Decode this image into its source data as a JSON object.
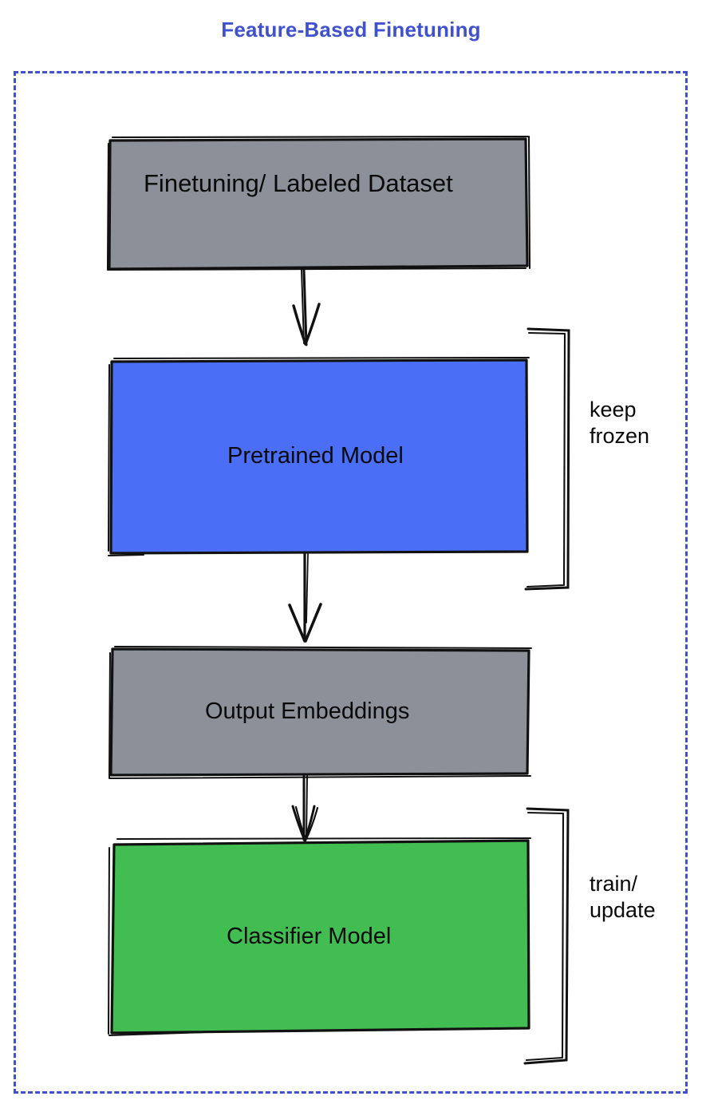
{
  "diagram": {
    "title": "Feature-Based Finetuning",
    "title_color": "#3f51cf",
    "frame_color": "#3f51cf",
    "background": "#ffffff",
    "type": "flowchart",
    "nodes": [
      {
        "id": "dataset",
        "label": "Finetuning/ Labeled Dataset",
        "fill": "#8b9099",
        "stroke": "#111111",
        "shape": "rectangle"
      },
      {
        "id": "pretrained",
        "label": "Pretrained Model",
        "fill": "#4a6ef5",
        "stroke": "#111111",
        "shape": "rectangle"
      },
      {
        "id": "embeddings",
        "label": "Output Embeddings",
        "fill": "#8b9099",
        "stroke": "#111111",
        "shape": "rectangle"
      },
      {
        "id": "classifier",
        "label": "Classifier Model",
        "fill": "#42bd52",
        "stroke": "#111111",
        "shape": "rectangle"
      }
    ],
    "edges": [
      {
        "from": "dataset",
        "to": "pretrained",
        "style": "arrow"
      },
      {
        "from": "pretrained",
        "to": "embeddings",
        "style": "arrow"
      },
      {
        "from": "embeddings",
        "to": "classifier",
        "style": "arrow"
      }
    ],
    "annotations": [
      {
        "id": "keep-frozen",
        "text": "keep\nfrozen",
        "line1": "keep",
        "line2": "frozen",
        "targets": "pretrained",
        "marker": "right-square-bracket"
      },
      {
        "id": "train-update",
        "text": "train/\nupdate",
        "line1": "train/",
        "line2": "update",
        "targets": "classifier",
        "marker": "right-square-bracket"
      }
    ]
  }
}
